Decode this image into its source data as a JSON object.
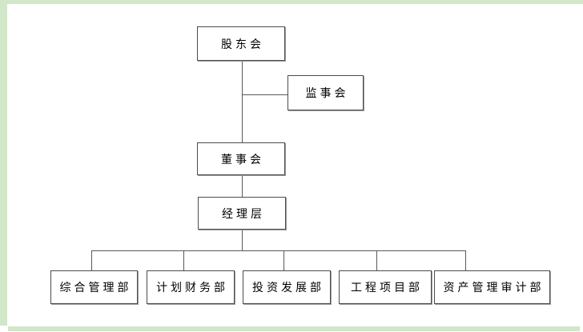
{
  "diagram": {
    "type": "org-chart",
    "nodes": {
      "shareholders": {
        "label": "股东会",
        "level": 1
      },
      "supervisory": {
        "label": "监事会",
        "level": 2,
        "attachment": "branch off line between 股东会 and 董事会"
      },
      "board": {
        "label": "董事会",
        "level": 2
      },
      "management": {
        "label": "经理层",
        "level": 3
      },
      "dept_general": {
        "label": "综合管理部",
        "level": 4
      },
      "dept_finance": {
        "label": "计划财务部",
        "level": 4
      },
      "dept_investment": {
        "label": "投资发展部",
        "level": 4
      },
      "dept_engineering": {
        "label": "工程项目部",
        "level": 4
      },
      "dept_audit": {
        "label": "资产管理审计部",
        "level": 4
      }
    },
    "edges": [
      {
        "from": "股东会",
        "to": "董事会"
      },
      {
        "from": "股东会",
        "to": "监事会"
      },
      {
        "from": "董事会",
        "to": "经理层"
      },
      {
        "from": "经理层",
        "to": "综合管理部"
      },
      {
        "from": "经理层",
        "to": "计划财务部"
      },
      {
        "from": "经理层",
        "to": "投资发展部"
      },
      {
        "from": "经理层",
        "to": "工程项目部"
      },
      {
        "from": "经理层",
        "to": "资产管理审计部"
      }
    ],
    "colors": {
      "frame_green": "#d2e6c9",
      "canvas_background": "#ffffff",
      "node_background": "#ffffff",
      "node_border_gray": "#4c4c4c",
      "connector_gray": "#595959",
      "text": "#000000"
    }
  }
}
